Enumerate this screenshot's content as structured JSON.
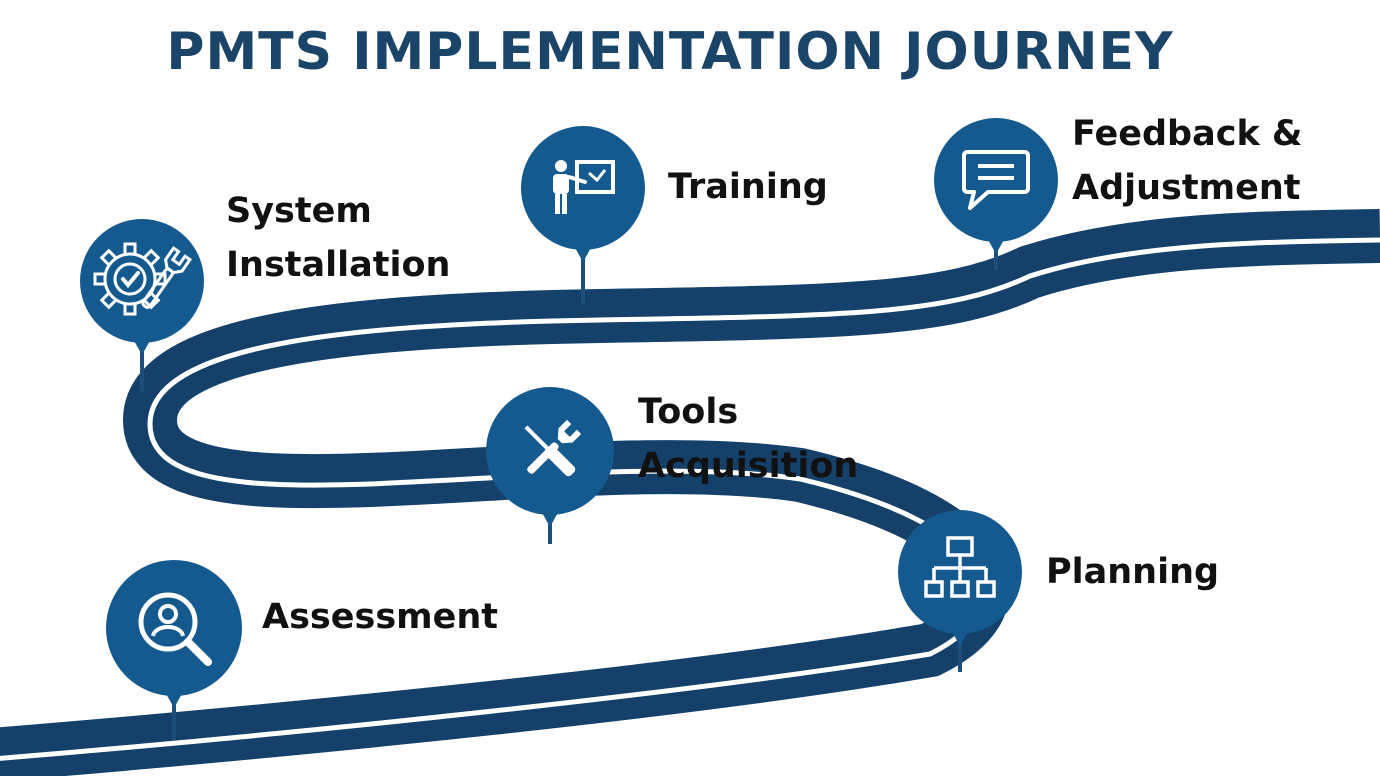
{
  "title": "PMTS IMPLEMENTATION JOURNEY",
  "colors": {
    "road": "#15406a",
    "road_dark": "#0f3357",
    "marker": "#155a8f",
    "marker_stem": "#1d4f7a",
    "icon": "#ffffff",
    "text": "#111111",
    "title": "#1a4468"
  },
  "stages": [
    {
      "id": "assessment",
      "icon": "person-search-icon",
      "lines": [
        "Assessment"
      ]
    },
    {
      "id": "planning",
      "icon": "hierarchy-icon",
      "lines": [
        "Planning"
      ]
    },
    {
      "id": "tools-acquisition",
      "icon": "wrench-screwdriver-icon",
      "lines": [
        "Tools",
        "Acquisition"
      ]
    },
    {
      "id": "system-installation",
      "icon": "gear-wrench-icon",
      "lines": [
        "System",
        "Installation"
      ]
    },
    {
      "id": "training",
      "icon": "presenter-board-icon",
      "lines": [
        "Training"
      ]
    },
    {
      "id": "feedback-adjustment",
      "icon": "speech-bubble-icon",
      "lines": [
        "Feedback &",
        "Adjustment"
      ]
    }
  ]
}
